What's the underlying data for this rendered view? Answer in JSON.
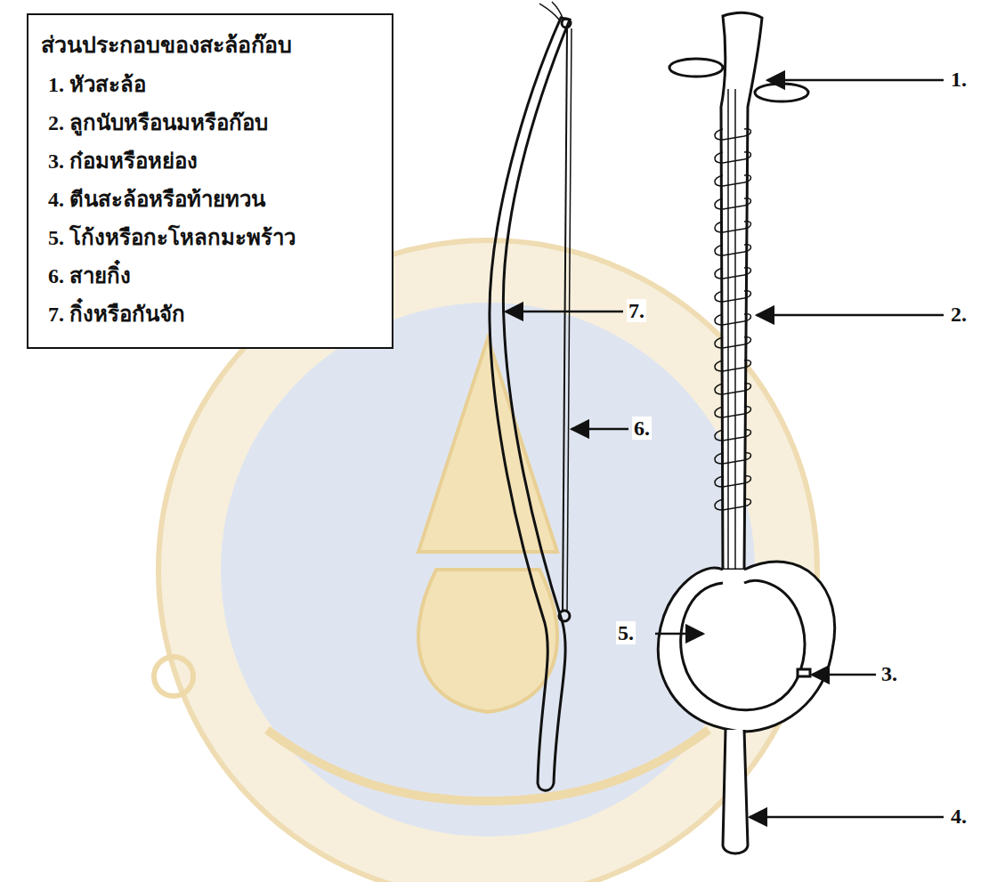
{
  "diagram": {
    "nodes": [
      {
        "text": [
          "ส่วนประกอบของสะล้อก๊อบ",
          "1. หัวสะล้อ",
          "2. ลูกนับหรือนมหรือก๊อบ",
          "3. ก๋อมหรือหย่อง",
          "4. ตีนสะล้อหรือท้ายทวน",
          "5. โก้งหรือกะโหลกมะพร้าว",
          "6. สายกิ๋ง",
          "7. กิ๋งหรือกันจัก"
        ]
      }
    ],
    "labels": [
      "1.",
      "2.",
      "3.",
      "4.",
      "5.",
      "6.",
      "7."
    ]
  }
}
